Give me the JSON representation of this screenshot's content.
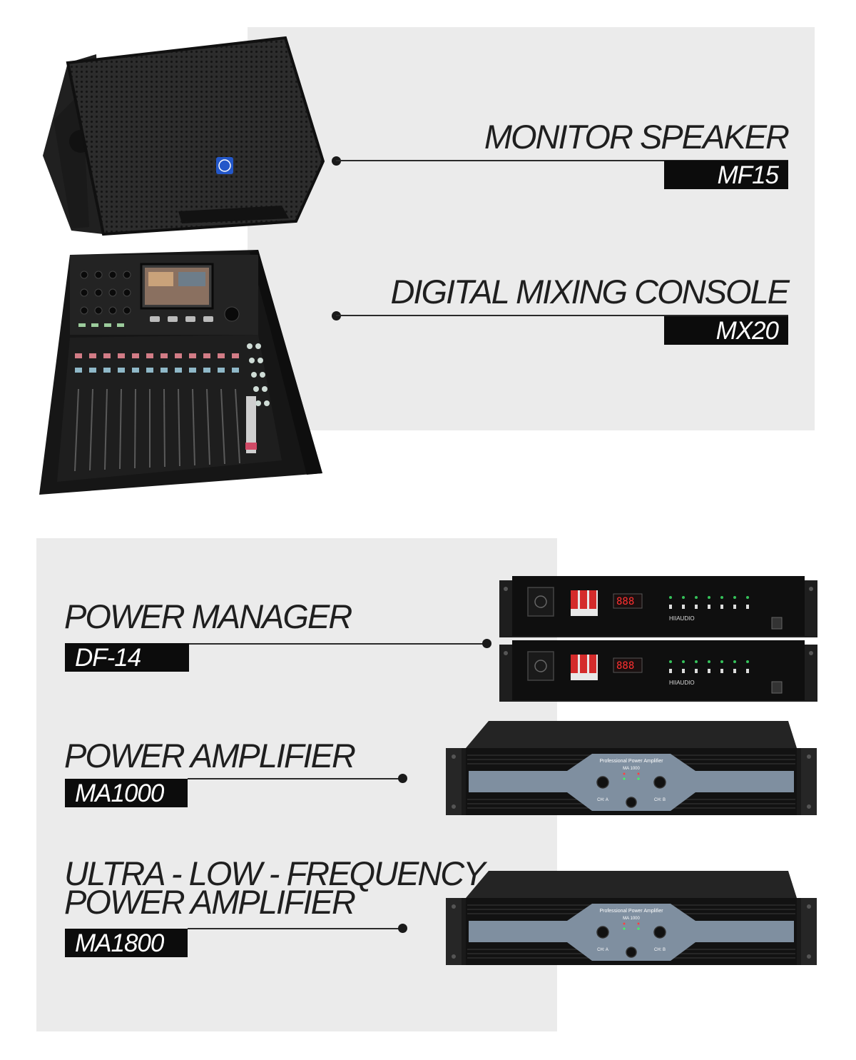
{
  "products": [
    {
      "title": "MONITOR SPEAKER",
      "model": "MF15"
    },
    {
      "title": "DIGITAL MIXING CONSOLE",
      "model": "MX20"
    },
    {
      "title": "POWER MANAGER",
      "model": "DF-14"
    },
    {
      "title": "POWER AMPLIFIER",
      "model": "MA1000"
    },
    {
      "title_line1": "ULTRA - LOW - FREQUENCY",
      "title_line2": "POWER AMPLIFIER",
      "model": "MA1800"
    }
  ],
  "device_labels": {
    "manager_brand": "HIIAUDIO",
    "amp_header": "Professional Power Amplifier",
    "amp_model": "MA 1000",
    "channel_a": "CH: A",
    "channel_b": "CH: B"
  },
  "colors": {
    "panel_gray": "#ebebeb",
    "badge_black": "#0c0c0c",
    "speaker_logo_blue": "#2357c9",
    "amp_faceplate": "#7f8fa0"
  }
}
